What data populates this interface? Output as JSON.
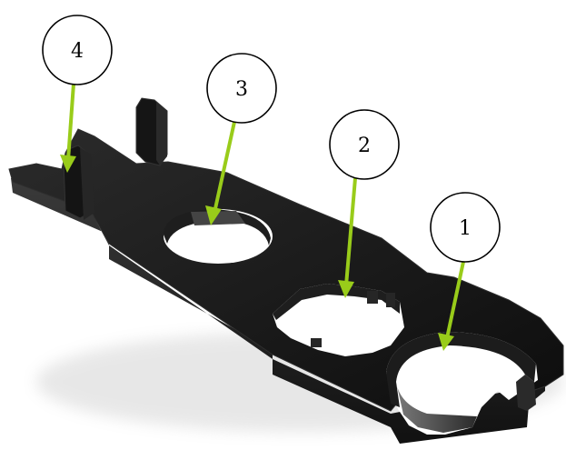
{
  "diagram": {
    "subject": "wrench-tool",
    "colors": {
      "tool_body": "#1a1a1a",
      "tool_edge": "#3a3a3a",
      "tool_highlight": "#6a6a6a",
      "arrow": "#99cc1a",
      "callout_stroke": "#000000",
      "callout_fill": "#ffffff"
    },
    "callouts": [
      {
        "id": "1",
        "label": "1"
      },
      {
        "id": "2",
        "label": "2"
      },
      {
        "id": "3",
        "label": "3"
      },
      {
        "id": "4",
        "label": "4"
      }
    ]
  }
}
